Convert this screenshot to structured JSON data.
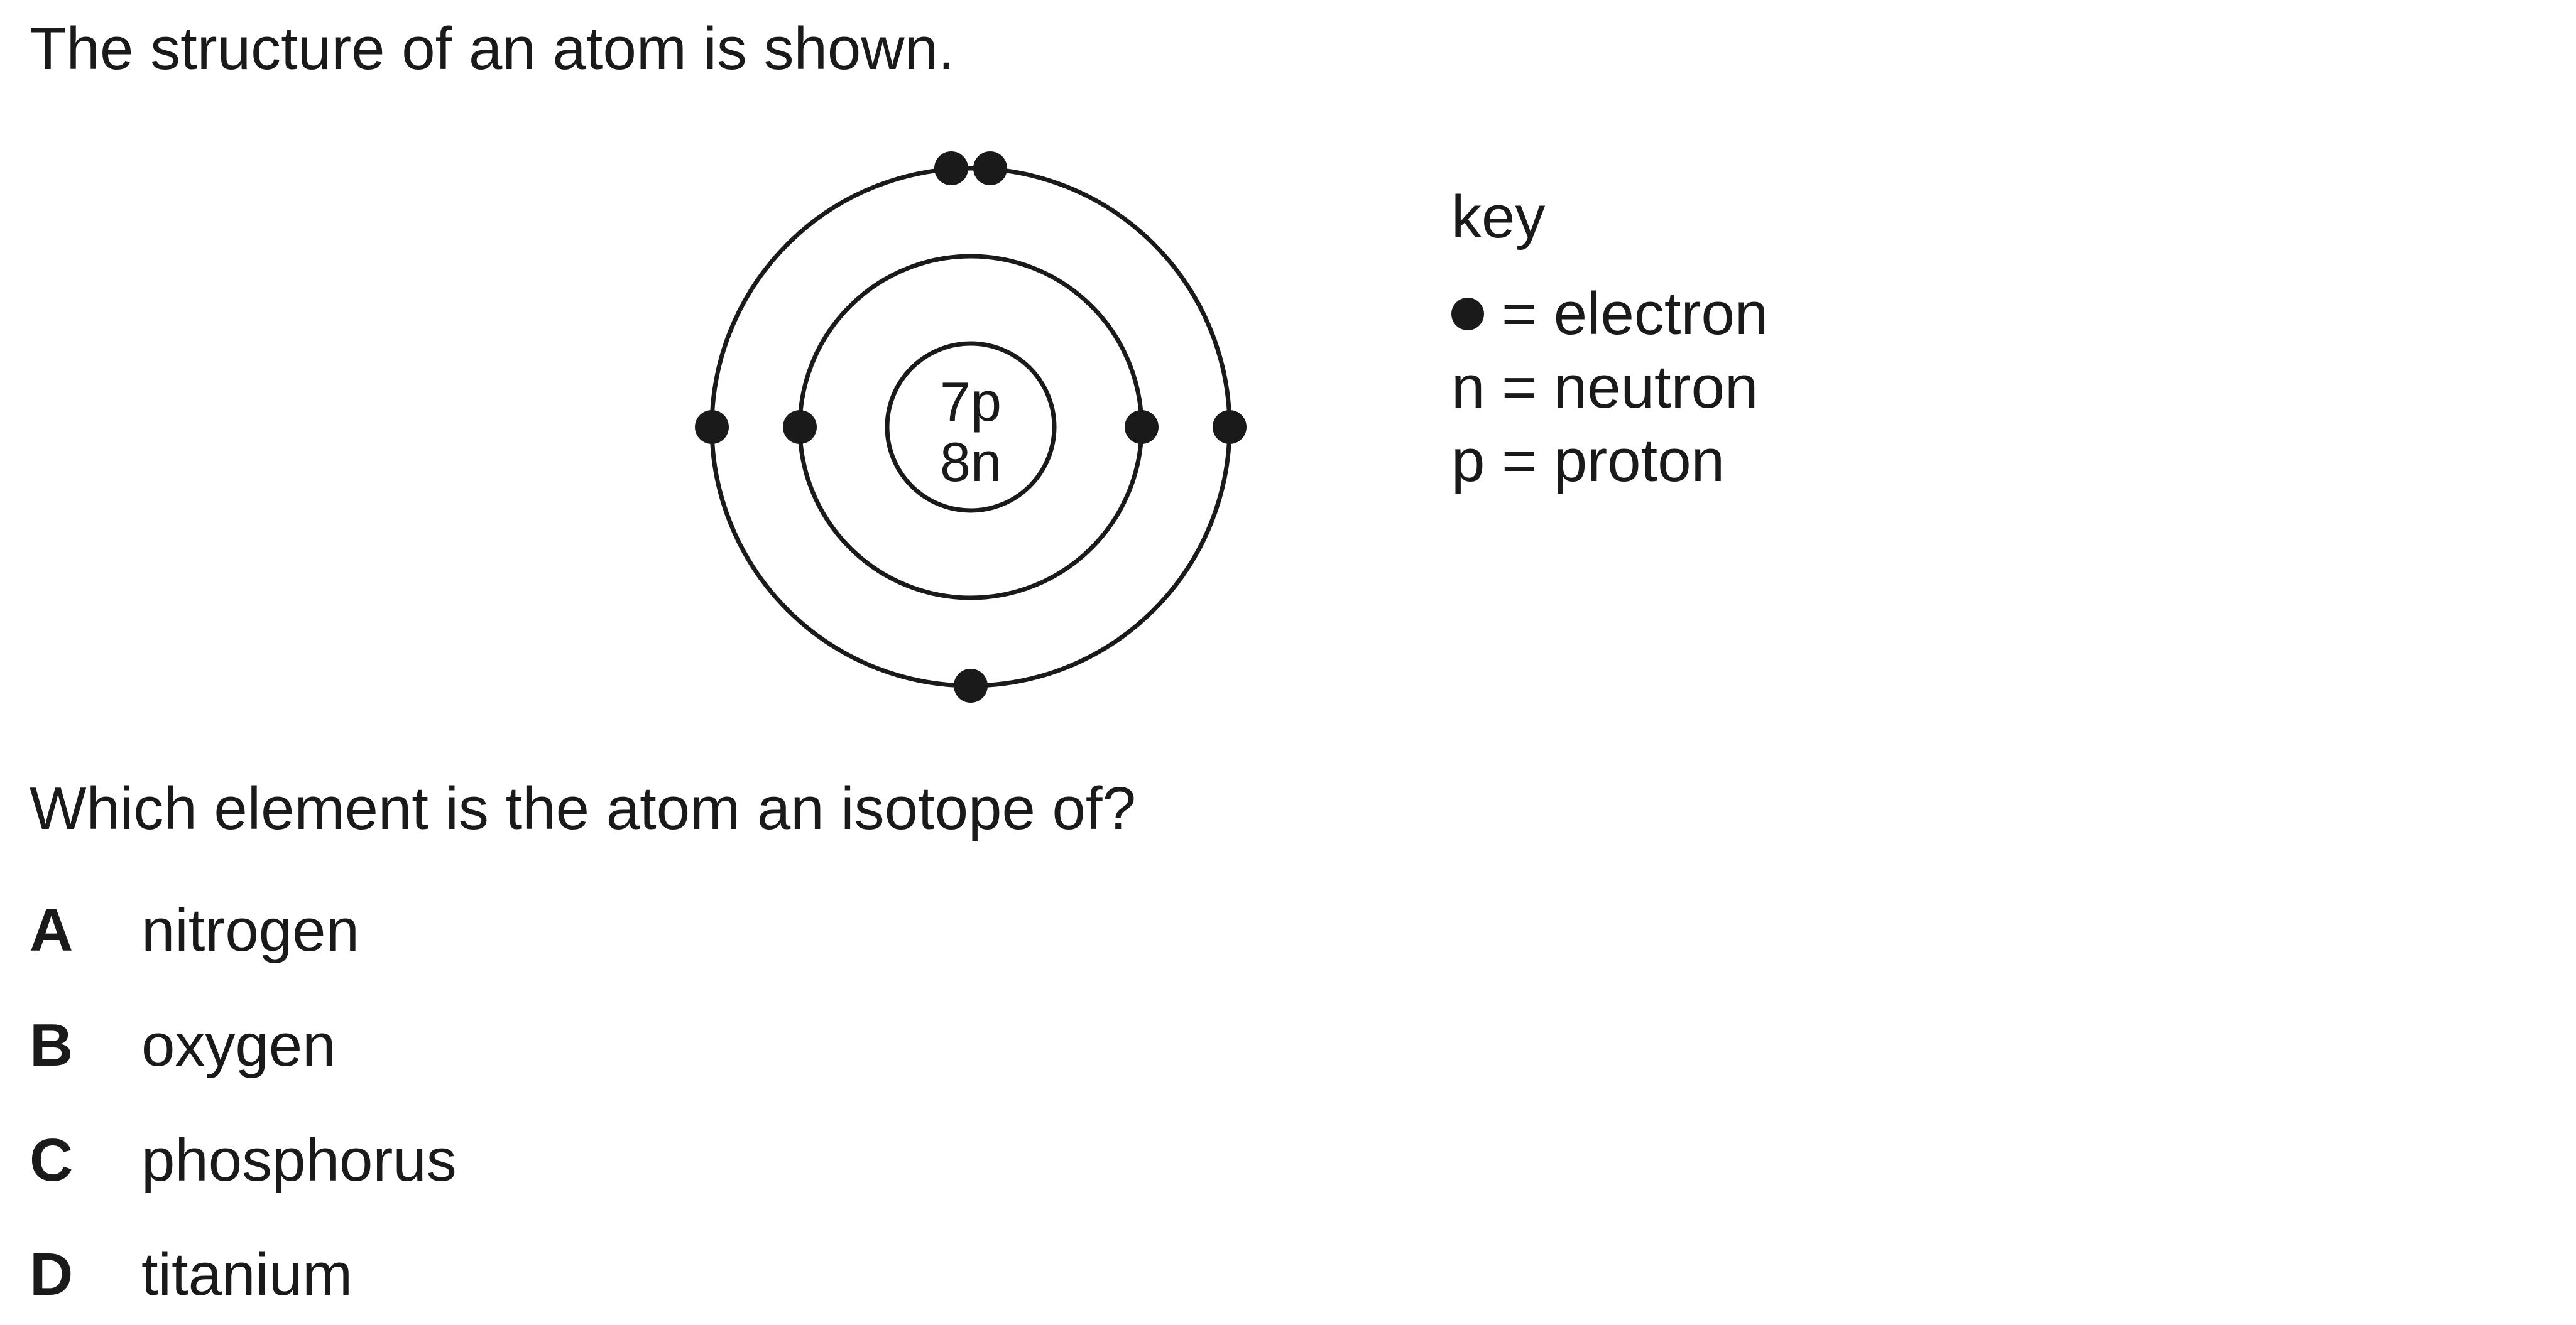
{
  "intro_text": "The structure of an atom is shown.",
  "diagram": {
    "nucleus_protons": "7p",
    "nucleus_neutrons": "8n",
    "shells": [
      {
        "electrons": 2
      },
      {
        "electrons": 5
      }
    ]
  },
  "key": {
    "title": "key",
    "items": [
      {
        "icon": "electron-dot-icon",
        "label": "= electron"
      },
      {
        "label": "n = neutron"
      },
      {
        "label": "p = proton"
      }
    ]
  },
  "question": "Which element is the atom an isotope of?",
  "options": [
    {
      "letter": "A",
      "text": "nitrogen"
    },
    {
      "letter": "B",
      "text": "oxygen"
    },
    {
      "letter": "C",
      "text": "phosphorus"
    },
    {
      "letter": "D",
      "text": "titanium"
    }
  ],
  "colors": {
    "ink": "#1a1a1a",
    "background": "#ffffff"
  }
}
